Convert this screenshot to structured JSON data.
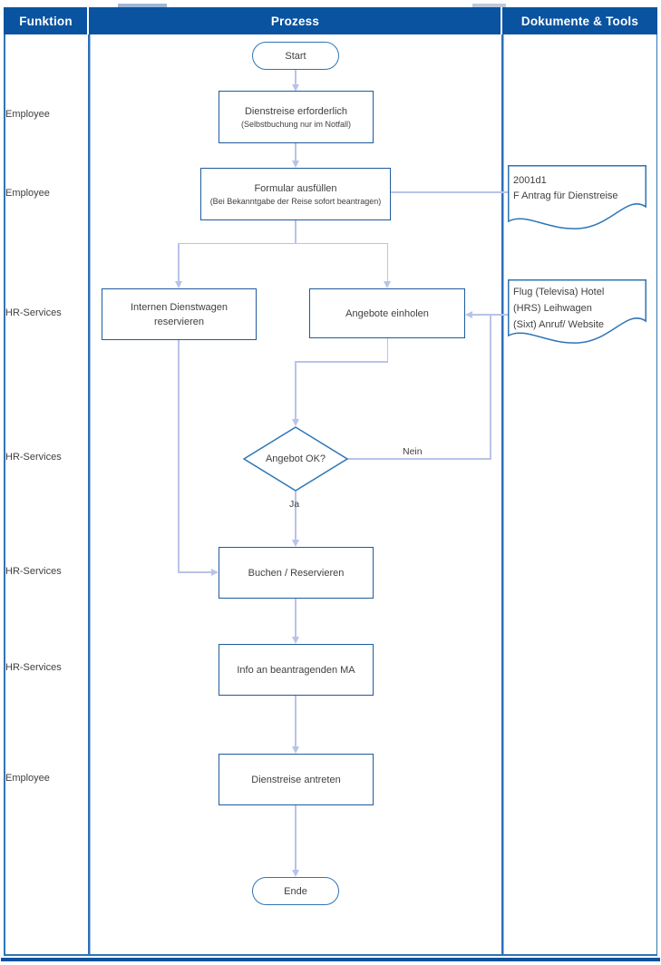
{
  "header": {
    "columns": [
      "Funktion",
      "Prozess",
      "Dokumente & Tools"
    ]
  },
  "swimlane_labels": [
    "Employee",
    "Employee",
    "HR-Services",
    "HR-Services",
    "HR-Services",
    "HR-Services",
    "Employee"
  ],
  "flow": {
    "start": "Start",
    "need_trip": {
      "title": "Dienstreise erforderlich",
      "subtitle": "(Selbstbuchung nur im Notfall)"
    },
    "fill_form": {
      "title": "Formular ausfüllen",
      "subtitle": "(Bei Bekanntgabe der Reise sofort beantragen)"
    },
    "reserve_car": {
      "line1": "Internen Dienstwagen",
      "line2": "reservieren"
    },
    "get_offers": "Angebote einholen",
    "decision": "Angebot OK?",
    "label_no": "Nein",
    "label_yes": "Ja",
    "book": "Buchen / Reservieren",
    "inform": "Info an beantragenden MA",
    "start_trip": "Dienstreise antreten",
    "end": "Ende"
  },
  "documents": [
    {
      "lines": [
        "2001d1",
        "F Antrag für Dienstreise"
      ]
    },
    {
      "lines": [
        "Flug (Televisa) Hotel",
        "(HRS) Leihwagen",
        "(Sixt) Anruf/ Website"
      ]
    }
  ],
  "colors": {
    "header_bg": "#0a53a0",
    "header_text": "#ffffff",
    "lane_border": "#2e75b6",
    "shape_border": "#1d5b9e",
    "terminal_border": "#2e75b6",
    "connector": "#b9c3e9",
    "text": "#404040"
  }
}
